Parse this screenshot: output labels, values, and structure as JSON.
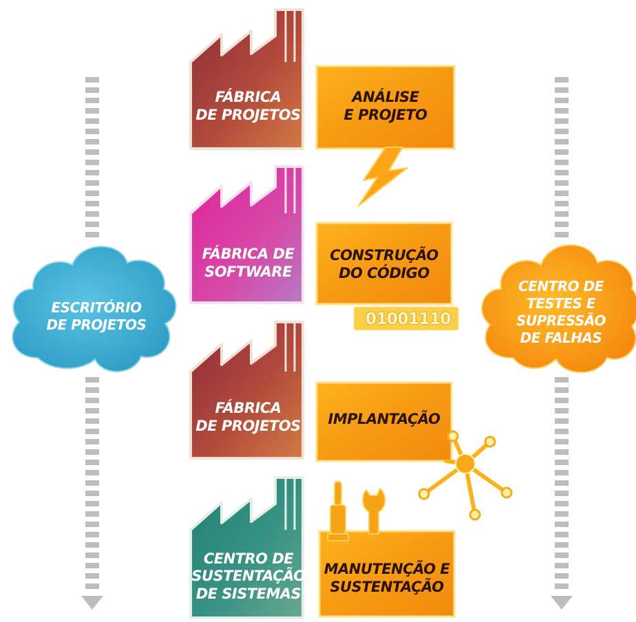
{
  "left_cloud": {
    "line1": "ESCRITÓRIO",
    "line2": "DE PROJETOS",
    "color": "#4fb3d6"
  },
  "right_cloud": {
    "line1": "CENTRO DE",
    "line2": "TESTES E",
    "line3": "SUPRESSÃO",
    "line4": "DE FALHAS",
    "color": "#f7a21b"
  },
  "factories": [
    {
      "line1": "FÁBRICA",
      "line2": "DE PROJETOS",
      "color": "#a8413b"
    },
    {
      "line1": "FÁBRICA DE",
      "line2": "SOFTWARE",
      "color": "#d9389a"
    },
    {
      "line1": "FÁBRICA",
      "line2": "DE PROJETOS",
      "color": "#a8413b"
    },
    {
      "line1": "CENTRO DE",
      "line2": "SUSTENTAÇÃO",
      "line3": "DE SISTEMAS",
      "color": "#2e8a78"
    }
  ],
  "activities": [
    {
      "line1": "ANÁLISE",
      "line2": "E PROJETO",
      "icon": "lightning-bolt-icon"
    },
    {
      "line1": "CONSTRUÇÃO",
      "line2": "DO CÓDIGO",
      "badge": "01001110",
      "icon": "binary-code-icon"
    },
    {
      "line1": "IMPLANTAÇÃO",
      "icon": "network-node-icon"
    },
    {
      "line1": "MANUTENÇÃO E",
      "line2": "SUSTENTAÇÃO",
      "icon": "tools-icon"
    }
  ],
  "activity_color": "#f59a12",
  "arrow_color": "#bdbdbd"
}
